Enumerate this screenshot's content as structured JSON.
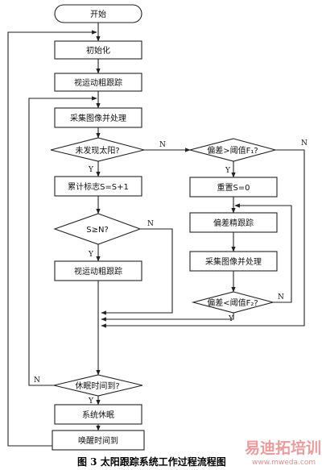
{
  "nodes": {
    "start": "开始",
    "init": "初始化",
    "coarse1": "视运动粗跟踪",
    "capture1": "采集图像并处理",
    "sun_check": "未发现太阳?",
    "count": "累计标志S=S+1",
    "s_check": "S≥N?",
    "coarse2": "视运动粗跟踪",
    "dev1_check": "偏差>阈值F₁?",
    "reset": "重置S=0",
    "fine": "偏差精跟踪",
    "capture2": "采集图像并处理",
    "dev2_check": "偏差<阈值F₂?",
    "sleep_check": "休眠时间到?",
    "sleep": "系统休眠",
    "wake": "唤醒时间到"
  },
  "branch_labels": {
    "sun_yes": "Y",
    "sun_no": "N",
    "s_yes": "Y",
    "s_no": "N",
    "dev1_yes": "Y",
    "dev1_no": "N",
    "dev2_yes": "Y",
    "dev2_no": "N",
    "sleep_yes": "Y",
    "sleep_no": "N"
  },
  "caption": "图 3   太阳跟踪系统工作过程流程图",
  "watermark": {
    "brand": "易迪拓培训",
    "url": "www.mweda.com"
  },
  "colors": {
    "stroke": "#222222",
    "watermark": "#e88a8a"
  }
}
